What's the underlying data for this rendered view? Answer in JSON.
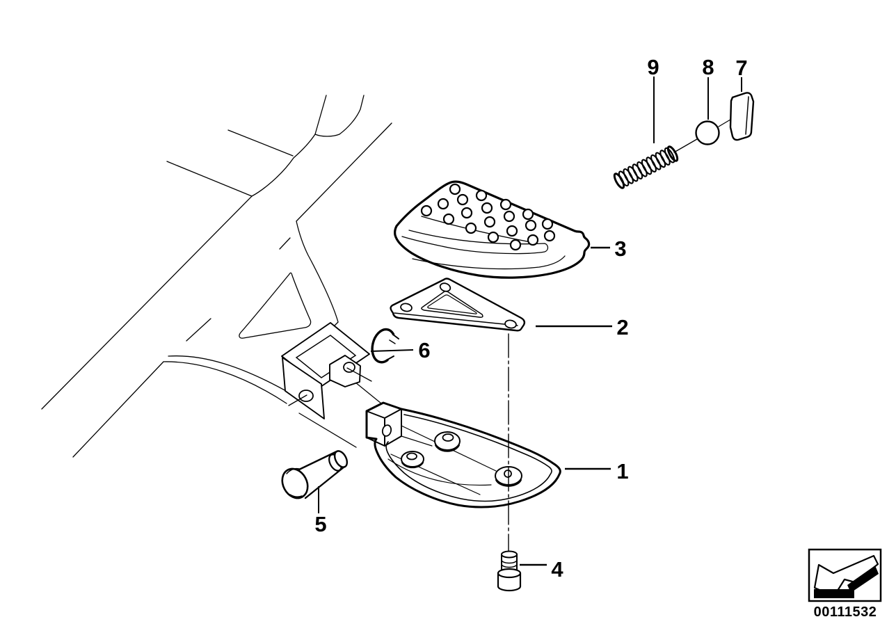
{
  "diagram": {
    "kind": "exploded-parts-drawing",
    "background_color": "#ffffff",
    "line_color": "#000000",
    "callouts": [
      {
        "text": "1"
      },
      {
        "text": "2"
      },
      {
        "text": "3"
      },
      {
        "text": "4"
      },
      {
        "text": "5"
      },
      {
        "text": "6"
      },
      {
        "text": "7"
      },
      {
        "text": "8"
      },
      {
        "text": "9"
      }
    ],
    "footer": {
      "part_number": "00111532",
      "direction_icon": "arrow-down-left-icon"
    }
  }
}
